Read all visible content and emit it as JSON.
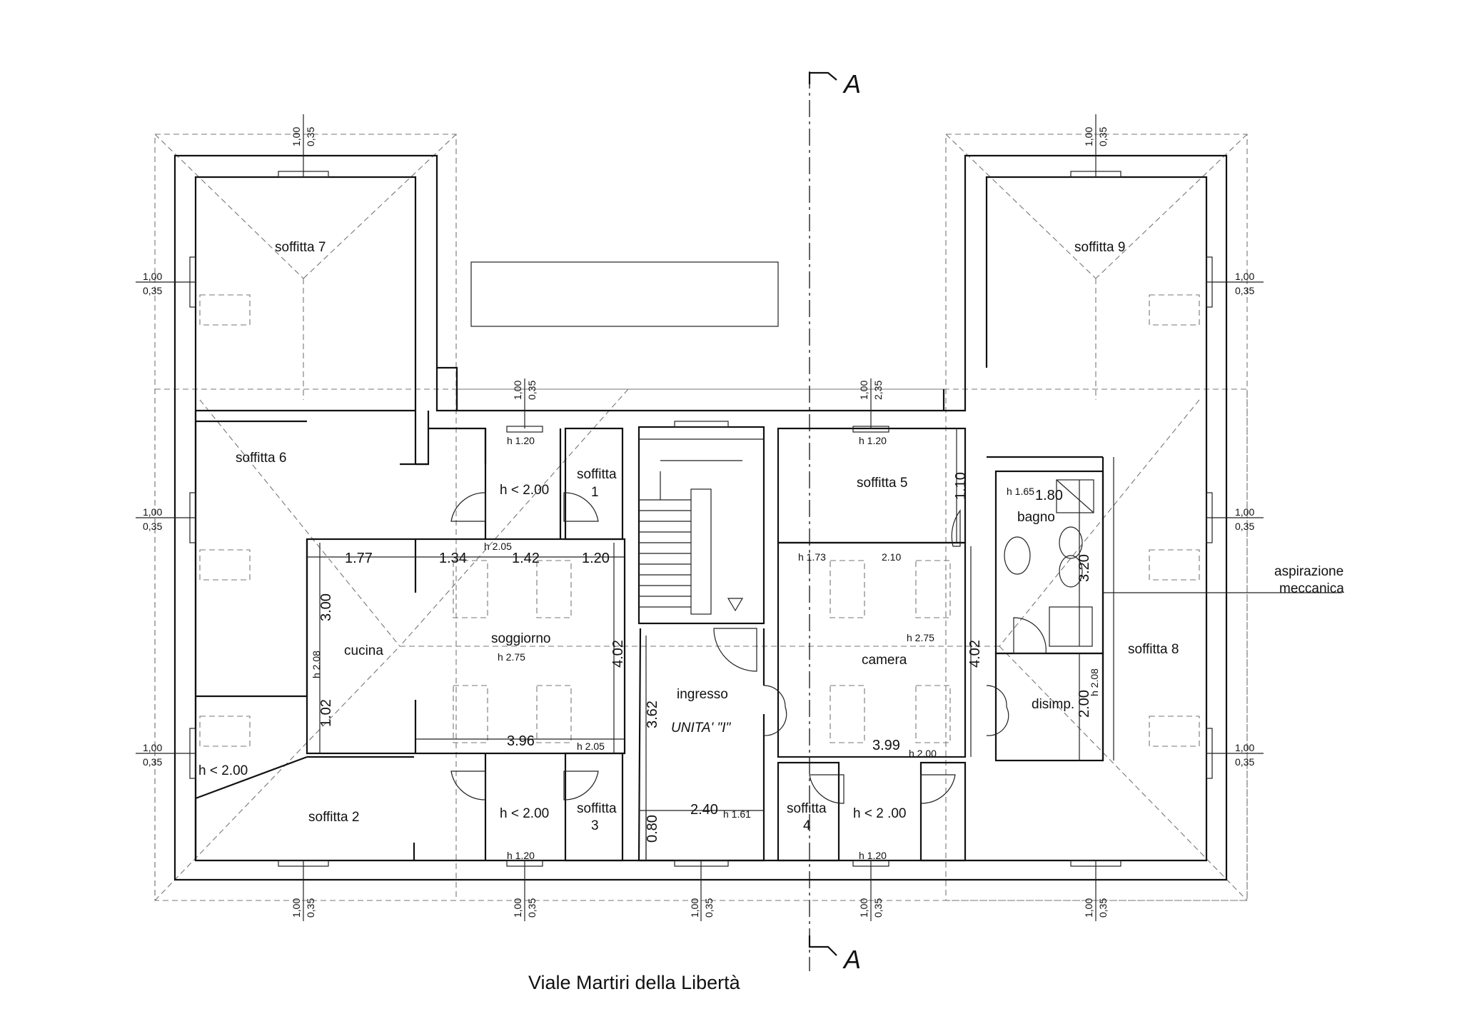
{
  "section": {
    "label": "A"
  },
  "street": "Viale Martiri della Libertà",
  "unit_label": "UNITA' \"I\"",
  "rooms": {
    "soffitta_7": "soffitta 7",
    "soffitta_6": "soffitta 6",
    "soffitta_9": "soffitta 9",
    "soffitta_8": "soffitta 8",
    "soffitta_5": "soffitta 5",
    "soffitta_1": [
      "soffitta",
      "1"
    ],
    "soffitta_2": "soffitta 2",
    "soffitta_3": [
      "soffitta",
      "3"
    ],
    "soffitta_4": [
      "soffitta",
      "4"
    ],
    "cucina": "cucina",
    "soggiorno": "soggiorno",
    "ingresso": "ingresso",
    "camera": "camera",
    "bagno": "bagno",
    "disimp": "disimp.",
    "aspirazione": [
      "aspirazione",
      "meccanica"
    ]
  },
  "heights": {
    "h_lt_200_top": "h < 2.00",
    "h_lt_200_bottom": "h < 2.00",
    "h_lt_200_left": "h < 2.00",
    "h_lt_200_right": "h < 2 .00",
    "h_120_a": "h 1.20",
    "h_120_b": "h 1.20",
    "h_120_c": "h 1.20",
    "h_120_d": "h 1.20",
    "h_205_a": "h 2.05",
    "h_205_b": "h 2.05",
    "h_275_a": "h 2.75",
    "h_275_b": "h 2.75",
    "h_208_a": "h 2.08",
    "h_208_b": "h 2.08",
    "h_173": "h 1.73",
    "h_165": "h 1.65",
    "h_161": "h 1.61",
    "h_200": "h 2.00"
  },
  "dimensions": {
    "d_177": "1.77",
    "d_134": "1.34",
    "d_142": "1.42",
    "d_120": "1.20",
    "d_300": "3.00",
    "d_102": "1.02",
    "d_402_a": "4.02",
    "d_396": "3.96",
    "d_362": "3.62",
    "d_240": "2.40",
    "d_080": "0.80",
    "d_110": "1.10",
    "d_210": "2.10",
    "d_402_b": "4.02",
    "d_399": "3.99",
    "d_180": "1.80",
    "d_320": "3.20",
    "d_200": "2.00"
  },
  "window_marks": {
    "top": "1,00",
    "bottom": "0,35",
    "bottom_alt": "2,35"
  }
}
